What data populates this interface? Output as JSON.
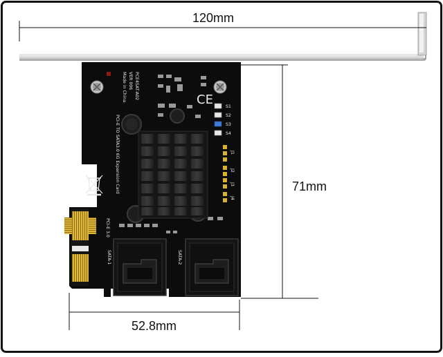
{
  "dimensions": {
    "width_label": "120mm",
    "height_label": "71mm",
    "connector_label": "52.8mm"
  },
  "board": {
    "model": "PCE4SAT-A02",
    "version": "VER 006",
    "origin": "Made in China",
    "description": "PCI-E TO SATA3.0 6G Expansion Card",
    "bus_label": "PCI-E 3.0",
    "ce_mark": "CE",
    "port_labels": [
      "SATA-1",
      "SATA-2"
    ],
    "led_labels": [
      "S1",
      "S2",
      "S3",
      "S4"
    ],
    "header_labels": [
      "J1",
      "J2",
      "J3",
      "J4"
    ]
  },
  "colors": {
    "pcb": "#0c0c0c",
    "bracket": "#c9c9c9",
    "heatsink": "#1b1b1b",
    "gold_finger": "#d9b233",
    "led_blue": "#3f7ad8",
    "frame": "#111111"
  },
  "icons": [
    "weee-bin-icon",
    "ce-mark-icon"
  ]
}
